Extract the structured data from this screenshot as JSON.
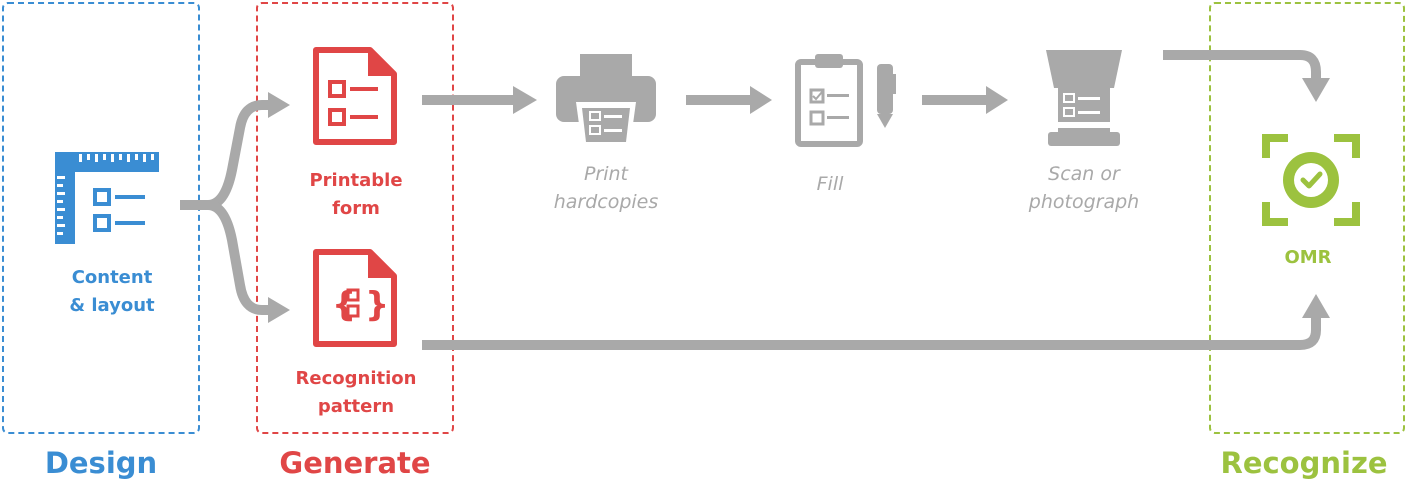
{
  "stages": {
    "design": "Design",
    "generate": "Generate",
    "recognize": "Recognize"
  },
  "nodes": {
    "content_layout": {
      "line1": "Content",
      "line2": "& layout",
      "icon": "ruler-form-icon"
    },
    "printable_form": {
      "line1": "Printable",
      "line2": "form",
      "icon": "form-document-icon"
    },
    "recognition_pattern": {
      "line1": "Recognition",
      "line2": "pattern",
      "icon": "code-document-icon"
    },
    "print": {
      "line1": "Print",
      "line2": "hardcopies",
      "icon": "printer-icon"
    },
    "fill": {
      "line1": "Fill",
      "icon": "clipboard-pen-icon"
    },
    "scan": {
      "line1": "Scan or",
      "line2": "photograph",
      "icon": "scanner-icon"
    },
    "omr": {
      "line1": "OMR",
      "icon": "check-scan-icon"
    }
  },
  "colors": {
    "design": "#3a8dd3",
    "generate": "#e04646",
    "recognize": "#9cc23f",
    "gray": "#a9a9a9"
  }
}
